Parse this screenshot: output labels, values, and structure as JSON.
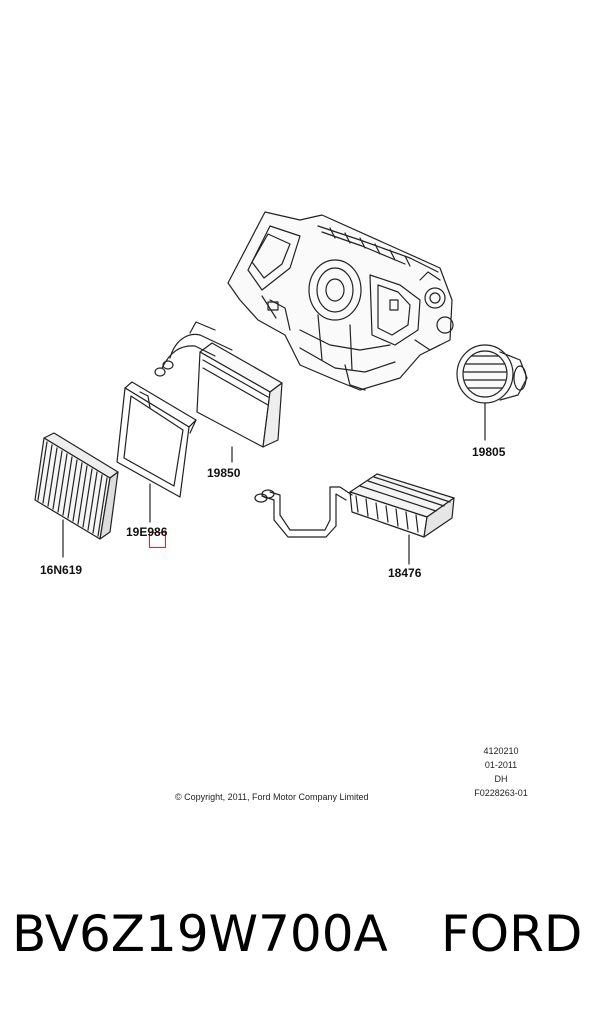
{
  "callouts": {
    "blower_motor": "19805",
    "evaporator": "19850",
    "evaporator_seal": "19E986",
    "cabin_filter": "16N619",
    "heater_core": "18476"
  },
  "drawing_info": {
    "line1": "4120210",
    "line2": "01-2011",
    "line3": "DH",
    "line4": "F0228263-01"
  },
  "copyright": "© Copyright, 2011, Ford Motor Company Limited",
  "footer": {
    "part_number": "BV6Z19W700A",
    "brand": "FORD"
  },
  "colors": {
    "highlight": "#e0232e",
    "line_art": "#222222"
  }
}
